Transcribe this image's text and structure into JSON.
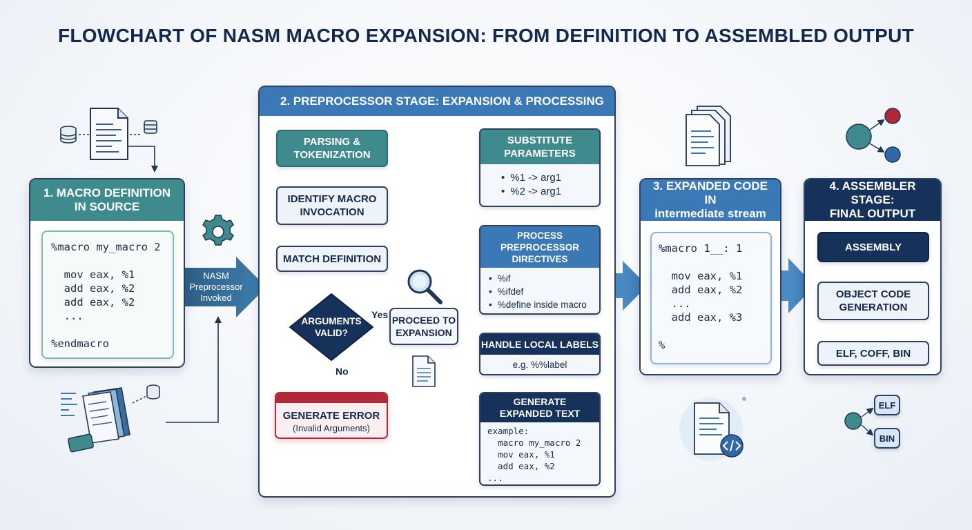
{
  "title": "FLOWCHART OF NASM MACRO EXPANSION: FROM DEFINITION TO ASSEMBLED OUTPUT",
  "stage1": {
    "header": "1. MACRO DEFINITION\nIN SOURCE",
    "code": "%macro my_macro 2\n\n  mov eax, %1\n  add eax, %2\n  add eax, %2\n  ...\n\n%endmacro"
  },
  "nasm_arrow": "NASM\nPreprocessor\nInvoked",
  "stage2": {
    "header": "2. PREPROCESSOR STAGE: EXPANSION & PROCESSING",
    "parsing": "PARSING &\nTOKENIZATION",
    "identify": "IDENTIFY MACRO\nINVOCATION",
    "match": "MATCH DEFINITION",
    "decision": "ARGUMENTS\nVALID?",
    "yes": "Yes",
    "no": "No",
    "error_title": "GENERATE ERROR",
    "error_sub": "(Invalid Arguments)",
    "proceed": "PROCEED TO\nEXPANSION",
    "substitute": {
      "title": "SUBSTITUTE\nPARAMETERS",
      "items": [
        "%1 -> arg1",
        "%2 -> arg1"
      ]
    },
    "directives": {
      "title": "PROCESS\nPREPROCESSOR\nDIRECTIVES",
      "items": [
        "%if",
        "%ifdef",
        "%define inside macro"
      ]
    },
    "labels": {
      "title": "HANDLE LOCAL LABELS",
      "example": "e.g. %%label"
    },
    "generate": {
      "title": "GENERATE\nEXPANDED TEXT",
      "code": "example:\n  macro my_macro 2\n  mov eax, %1\n  add eax, %2\n..."
    }
  },
  "stage3": {
    "header": "3. EXPANDED CODE IN\nintermediate stream",
    "code": "%macro 1__: 1\n\n  mov eax, %1\n  add eax, %2\n  ...\n  add eax, %3\n\n%"
  },
  "stage4": {
    "header": "4. ASSEMBLER STAGE:\nFINAL OUTPUT",
    "assembly": "ASSEMBLY",
    "object": "OBJECT CODE\nGENERATION",
    "formats": "ELF, COFF, BIN"
  },
  "badges": [
    "ELF",
    "BIN"
  ],
  "icons": [
    "database-icon",
    "document-icon",
    "gear-icon",
    "magnifier-icon",
    "file-stack-icon",
    "code-file-icon",
    "node-graph-icon",
    "laptop-files-icon"
  ],
  "colors": {
    "navy": "#16325a",
    "teal": "#3f8a8c",
    "blue": "#3a78b6",
    "red": "#b0283a"
  }
}
